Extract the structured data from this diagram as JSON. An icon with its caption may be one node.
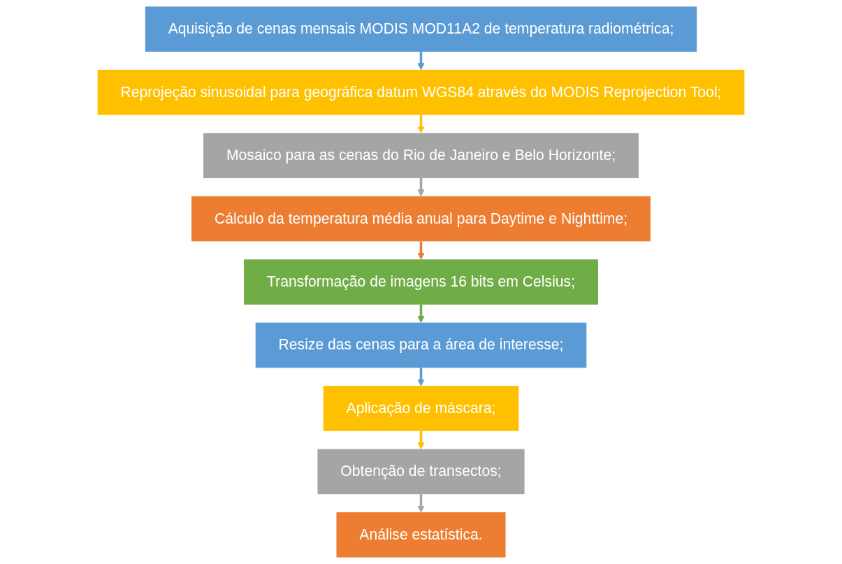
{
  "diagram": {
    "nodes": [
      {
        "text": [
          "Aquisição de cenas mensais MODIS MOD11A2 de temperatura radiométrica;"
        ]
      },
      {
        "text": [
          "Reprojeção sinusoidal para geográfica datum WGS84 através do MODIS Reprojection Tool;"
        ]
      },
      {
        "text": [
          "Mosaico para as cenas do Rio de Janeiro e Belo Horizonte;"
        ]
      },
      {
        "text": [
          "Cálculo da temperatura média anual para Daytime e Nighttime;"
        ]
      },
      {
        "text": [
          "Transformação de imagens 16 bits em Celsius;"
        ]
      },
      {
        "text": [
          "Resize das cenas para a área de interesse;"
        ]
      },
      {
        "text": [
          "Aplicação de máscara;"
        ]
      },
      {
        "text": [
          "Obtenção de transectos;"
        ]
      },
      {
        "text": [
          "Análise estatística."
        ]
      }
    ],
    "edges": [
      {
        "from": 0,
        "to": 1,
        "arrow": "to",
        "color": "#5b9bd5"
      },
      {
        "from": 1,
        "to": 2,
        "arrow": "to",
        "color": "#ffc000"
      },
      {
        "from": 2,
        "to": 3,
        "arrow": "to",
        "color": "#a5a5a5"
      },
      {
        "from": 3,
        "to": 4,
        "arrow": "to",
        "color": "#ed7d31"
      },
      {
        "from": 4,
        "to": 5,
        "arrow": "to",
        "color": "#70ad47"
      },
      {
        "from": 5,
        "to": 6,
        "arrow": "to",
        "color": "#5b9bd5"
      },
      {
        "from": 6,
        "to": 7,
        "arrow": "to",
        "color": "#ffc000"
      },
      {
        "from": 7,
        "to": 8,
        "arrow": "to",
        "color": "#a5a5a5"
      }
    ]
  }
}
